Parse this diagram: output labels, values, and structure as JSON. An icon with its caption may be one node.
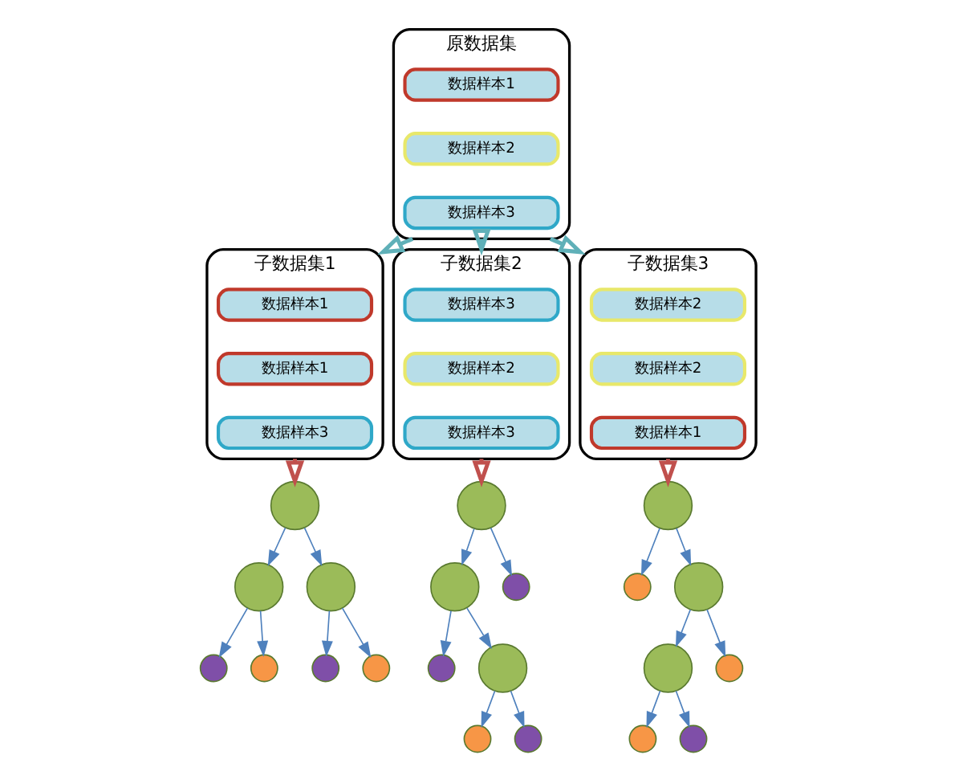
{
  "diagram": {
    "nodes": [
      {
        "text": [
          "原数据集"
        ]
      },
      {
        "text": [
          "数据样本1"
        ],
        "in": 0
      },
      {
        "text": [
          "数据样本2"
        ],
        "in": 0
      },
      {
        "text": [
          "数据样本3"
        ],
        "in": 0
      },
      {
        "text": [
          "子数据集1"
        ]
      },
      {
        "text": [
          "数据样本1"
        ],
        "in": 4
      },
      {
        "text": [
          "数据样本1"
        ],
        "in": 4
      },
      {
        "text": [
          "数据样本3"
        ],
        "in": 4
      },
      {
        "text": [
          "子数据集2"
        ]
      },
      {
        "text": [
          "数据样本3"
        ],
        "in": 8
      },
      {
        "text": [
          "数据样本2"
        ],
        "in": 8
      },
      {
        "text": [
          "数据样本3"
        ],
        "in": 8
      },
      {
        "text": [
          "子数据集3"
        ]
      },
      {
        "text": [
          "数据样本2"
        ],
        "in": 12
      },
      {
        "text": [
          "数据样本2"
        ],
        "in": 12
      },
      {
        "text": [
          "数据样本1"
        ],
        "in": 12
      },
      {
        "text": [],
        "shape": "circle"
      },
      {
        "text": [],
        "shape": "circle"
      },
      {
        "text": [],
        "shape": "circle"
      },
      {
        "text": [],
        "shape": "circle"
      },
      {
        "text": [],
        "shape": "circle"
      },
      {
        "text": [],
        "shape": "circle"
      },
      {
        "text": [],
        "shape": "circle"
      },
      {
        "text": [],
        "shape": "circle"
      },
      {
        "text": [],
        "shape": "circle"
      },
      {
        "text": [],
        "shape": "circle"
      },
      {
        "text": [],
        "shape": "circle"
      },
      {
        "text": [],
        "shape": "circle"
      },
      {
        "text": [],
        "shape": "circle"
      },
      {
        "text": [],
        "shape": "circle"
      },
      {
        "text": [],
        "shape": "circle"
      },
      {
        "text": [],
        "shape": "circle"
      },
      {
        "text": [],
        "shape": "circle"
      },
      {
        "text": [],
        "shape": "circle"
      },
      {
        "text": [],
        "shape": "circle"
      },
      {
        "text": [],
        "shape": "circle"
      },
      {
        "text": [],
        "shape": "circle"
      }
    ],
    "edges": [
      {
        "from": 0,
        "to": 4,
        "arrow": "to",
        "style": "thick",
        "color": "#5fb0b8"
      },
      {
        "from": 0,
        "to": 8,
        "arrow": "to",
        "style": "thick",
        "color": "#5fb0b8"
      },
      {
        "from": 0,
        "to": 12,
        "arrow": "to",
        "style": "thick",
        "color": "#5fb0b8"
      },
      {
        "from": 4,
        "to": 16,
        "arrow": "to",
        "style": "thick",
        "color": "#c0504d"
      },
      {
        "from": 8,
        "to": 23,
        "arrow": "to",
        "style": "thick",
        "color": "#c0504d"
      },
      {
        "from": 12,
        "to": 30,
        "arrow": "to",
        "style": "thick",
        "color": "#c0504d"
      },
      {
        "from": 16,
        "to": 17,
        "arrow": "to"
      },
      {
        "from": 16,
        "to": 18,
        "arrow": "to"
      },
      {
        "from": 17,
        "to": 19,
        "arrow": "to"
      },
      {
        "from": 17,
        "to": 20,
        "arrow": "to"
      },
      {
        "from": 18,
        "to": 21,
        "arrow": "to"
      },
      {
        "from": 18,
        "to": 22,
        "arrow": "to"
      },
      {
        "from": 23,
        "to": 24,
        "arrow": "to"
      },
      {
        "from": 23,
        "to": 25,
        "arrow": "to"
      },
      {
        "from": 24,
        "to": 26,
        "arrow": "to"
      },
      {
        "from": 24,
        "to": 27,
        "arrow": "to"
      },
      {
        "from": 27,
        "to": 28,
        "arrow": "to"
      },
      {
        "from": 27,
        "to": 29,
        "arrow": "to"
      },
      {
        "from": 30,
        "to": 31,
        "arrow": "to"
      },
      {
        "from": 30,
        "to": 32,
        "arrow": "to"
      },
      {
        "from": 32,
        "to": 33,
        "arrow": "to"
      },
      {
        "from": 32,
        "to": 34,
        "arrow": "to"
      },
      {
        "from": 33,
        "to": 35,
        "arrow": "to"
      },
      {
        "from": 33,
        "to": 36,
        "arrow": "to"
      }
    ]
  }
}
